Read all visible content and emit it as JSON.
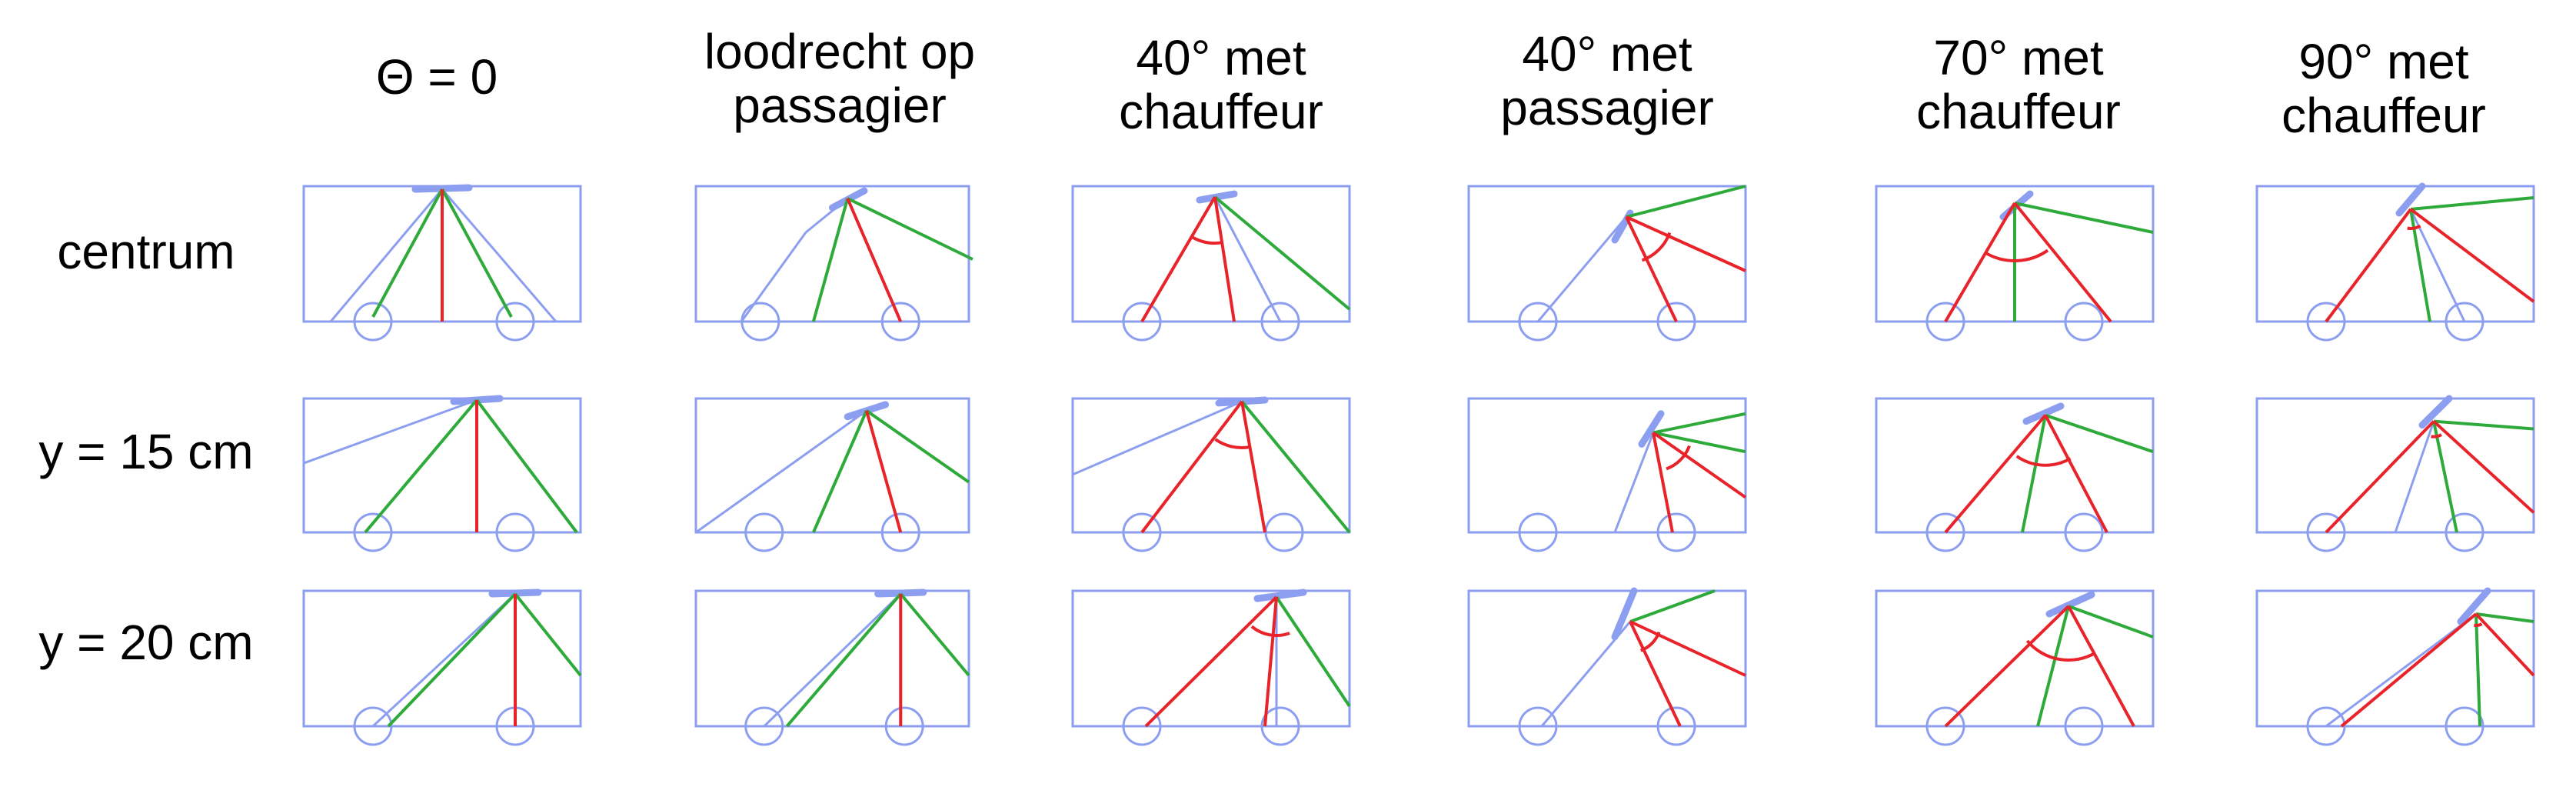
{
  "column_headers": [
    "Θ = 0",
    "loodrecht  op\npassagier",
    "40° met\nchauffeur",
    "40° met\npassagier",
    "70° met\nchauffeur",
    "90° met\nchauffeur"
  ],
  "row_labels": [
    "centrum",
    "y = 15 cm",
    "y = 20 cm"
  ],
  "colors": {
    "vehicle_outline": "#8c9ef0",
    "beam_green": "#2eaa3a",
    "beam_red": "#e8232a"
  }
}
